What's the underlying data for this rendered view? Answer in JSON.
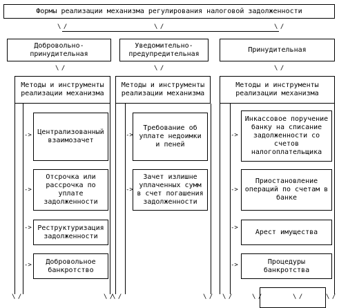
{
  "title": "Формы реализации механизма регулирования налоговой задолженности",
  "columns": [
    {
      "header": "Добровольно-\nпринудительная",
      "methods": "Методы и инструменты\nреализации механизма",
      "items": [
        "Централизованный\nвзаимозачет",
        "Отсрочка или\nрассрочка по\nуплате\nзадолженности",
        "Реструктуризация\nзадолженности",
        "Добровольное\nбанкротство"
      ]
    },
    {
      "header": "Уведомительно-\nпредупредительная",
      "methods": "Методы и инструменты\nреализации механизма",
      "items": [
        "Требование об\nуплате недоимки\nи пеней",
        "Зачет излишне\nуплаченных сумм\nв счет погашения\nзадолженности"
      ]
    },
    {
      "header": "Принудительная",
      "methods": "Методы и инструменты\nреализации механизма",
      "items": [
        "Инкассовое поручение\nбанку на списание\nзадолженности со\nсчетов\nналогоплательщика",
        "Приостановление\nопераций по счетам в\nбанке",
        "Арест имущества",
        "Процедуры\nбанкротства"
      ]
    }
  ],
  "connector_mark": "\\ /",
  "arrow_glyph": "->"
}
